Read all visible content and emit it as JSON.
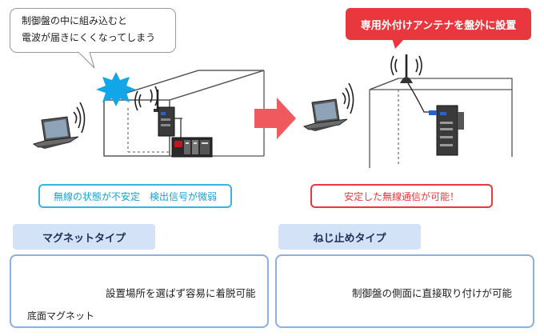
{
  "callouts": {
    "problem_lines": [
      "制御盤の中に組み込むと",
      "電波が届きにくくなってしまう"
    ],
    "solution": "専用外付けアンテナを盤外に設置"
  },
  "status": {
    "left": "無線の状態が不安定　検出信号が微弱",
    "right": "安定した無線通信が可能！"
  },
  "types": [
    {
      "title": "マグネットタイプ",
      "description": "設置場所を選ばず容易に着脱可能",
      "caption": "底面マグネット"
    },
    {
      "title": "ねじ止めタイプ",
      "description": "制御盤の側面に直接取り付けが可能"
    }
  ],
  "colors": {
    "red": "#e8383d",
    "cyan": "#39b4e0",
    "header_blue": "#d3e2f7",
    "card_border": "#8ab0e6",
    "interference_blue": "#12a6e8"
  },
  "icons": [
    "laptop-icon",
    "wifi-icon",
    "antenna-icon",
    "wireless-unit-icon",
    "controller-icon",
    "interference-burst-icon",
    "arrow-right-icon"
  ]
}
